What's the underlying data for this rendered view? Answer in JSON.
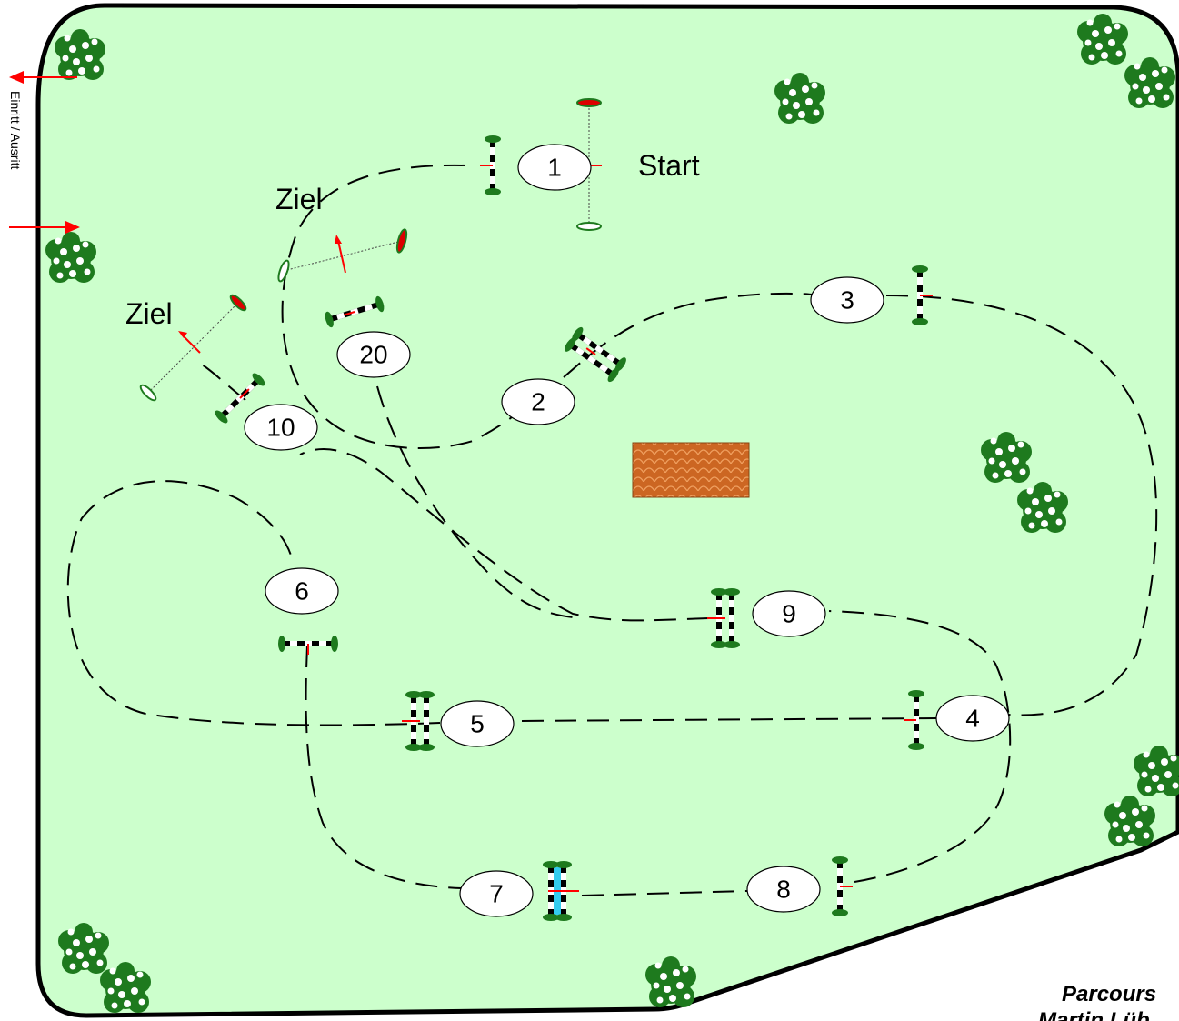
{
  "colors": {
    "arena": "#ccffcc",
    "border": "#000000",
    "bush": "#1e7a1e",
    "bush_flower": "#ffffff",
    "pole_red": "#ff0000",
    "water": "#33ccee",
    "mat": "#cc6622"
  },
  "labels": {
    "entrance": "Einritt / Ausritt",
    "start": "Start",
    "finish_1": "Ziel",
    "finish_2": "Ziel",
    "credit_line1": "Parcours",
    "credit_line2": "Martin Lüb"
  },
  "obstacles": [
    {
      "number": "1"
    },
    {
      "number": "2"
    },
    {
      "number": "3"
    },
    {
      "number": "4"
    },
    {
      "number": "5"
    },
    {
      "number": "6"
    },
    {
      "number": "7"
    },
    {
      "number": "8"
    },
    {
      "number": "9"
    },
    {
      "number": "10"
    },
    {
      "number": "20"
    }
  ]
}
